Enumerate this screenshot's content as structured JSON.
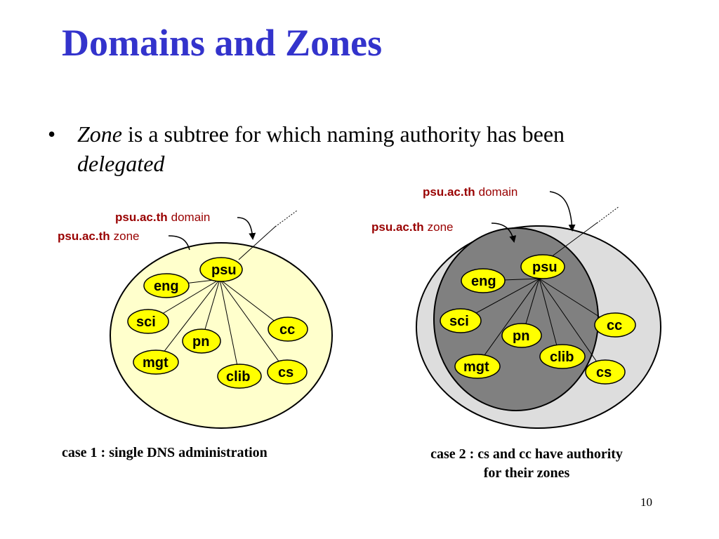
{
  "slide": {
    "title": "Domains and Zones",
    "bullet": {
      "marker": "•",
      "term": "Zone",
      "text_mid": " is a subtree for which naming authority has been ",
      "emph": "delegated"
    },
    "page_number": "10"
  },
  "case1": {
    "domain_label_bold": "psu.ac.th",
    "domain_label_rest": "domain",
    "zone_label_bold": "psu.ac.th",
    "zone_label_rest": "zone",
    "nodes": {
      "root": "psu",
      "eng": "eng",
      "sci": "sci",
      "pn": "pn",
      "cc": "cc",
      "mgt": "mgt",
      "clib": "clib",
      "cs": "cs"
    },
    "caption": "case 1 : single DNS administration"
  },
  "case2": {
    "domain_label_bold": "psu.ac.th",
    "domain_label_rest": "domain",
    "zone_label_bold": "psu.ac.th",
    "zone_label_rest": "zone",
    "nodes": {
      "root": "psu",
      "eng": "eng",
      "sci": "sci",
      "pn": "pn",
      "cc": "cc",
      "mgt": "mgt",
      "clib": "clib",
      "cs": "cs"
    },
    "caption_line1": "case 2 : cs and cc have authority",
    "caption_line2": "for their zones"
  },
  "colors": {
    "title": "#3333cc",
    "label": "#990000",
    "zone_fill": "#ffffcc",
    "node_fill": "#ffff00",
    "outer_domain_fill": "#dddddd",
    "inner_zone_fill": "#808080"
  }
}
